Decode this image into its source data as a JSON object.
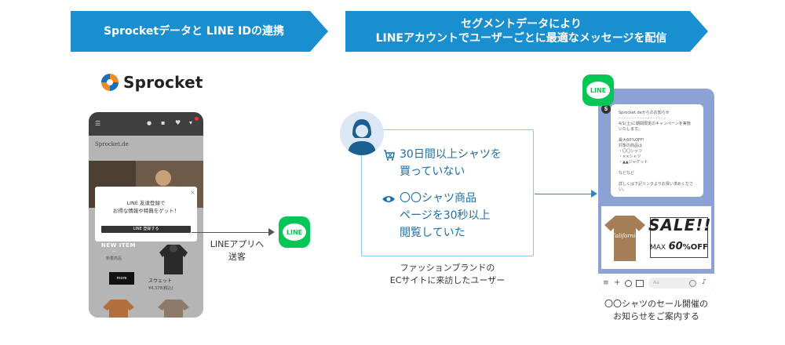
{
  "banners": {
    "left": "Sprocketデータと LINE IDの連携",
    "right_line1": "セグメントデータにより",
    "right_line2": "LINEアカウントでユーザーごとに最適なメッセージを配信"
  },
  "sprocket": {
    "logo_text": "Sprocket"
  },
  "phone1": {
    "site_name": "Sprocket.de",
    "popup_line1": "LINE 友達登録で",
    "popup_line2": "お得な情報や特典をゲット！",
    "popup_button": "LINE 登録する",
    "close": "×",
    "new_item": "NEW ITEM",
    "new_item_dash": "—",
    "new_item_sub": "新着商品",
    "more": "more",
    "product_name": "スウェット",
    "product_price": "¥4,378(税込)"
  },
  "line_icon_label": "LINE",
  "caption_line_app": {
    "line1": "LINEアプリへ",
    "line2": "送客"
  },
  "user_card": {
    "cond1_line1": "30日間以上シャツを",
    "cond1_line2": "買っていない",
    "cond2_line1": "〇〇シャツ商品",
    "cond2_line2": "ページを30秒以上",
    "cond2_line3": "閲覧していた"
  },
  "caption_user": {
    "line1": "ファッションブランドの",
    "line2": "ECサイトに来訪したユーザー"
  },
  "phone2": {
    "s_badge": "S",
    "msg_lines": [
      "Sprocket.deからのお知らせ",
      "- - - - - - - - - - - - - - - - - -",
      "4/1(土)に期間限定のキャンペーンを実施",
      "いたします。",
      "",
      "最大60%OFF!",
      "対象の商品は",
      "・〇〇シャツ",
      "・××シャツ",
      "・▲▲ジャケット",
      "",
      "などなど",
      "",
      "詳しくは下記リンクよりお買い求めください。"
    ],
    "sale_title": "SALE!!",
    "sale_max": "MAX",
    "sale_percent": "60",
    "sale_off": "%OFF",
    "shirt_text": "California",
    "input_placeholder": "Aa"
  },
  "caption_phone2": {
    "line1": "〇〇シャツのセール開催の",
    "line2": "お知らせをご案内する"
  },
  "colors": {
    "banner": "#1a8fd0",
    "line_green": "#06c755",
    "card_border": "#8cc8ea",
    "text_blue": "#1a6fa8"
  }
}
